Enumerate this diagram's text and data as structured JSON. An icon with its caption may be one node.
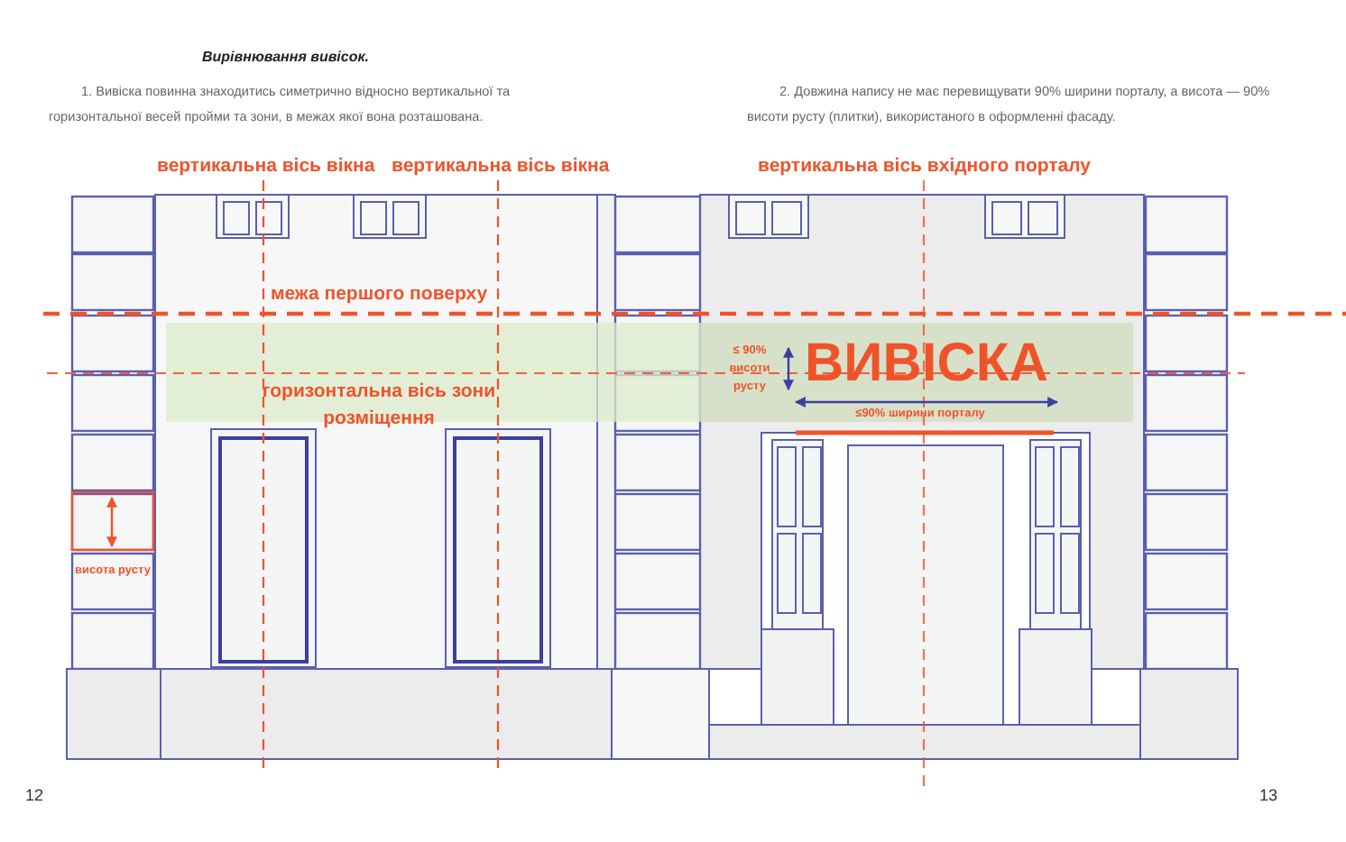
{
  "diagram": {
    "title": "Вирівнювання вивісок.",
    "labels": [
      "1.  Вивіска повинна знаходитись симетрично відносно вертикальної та горизонтальної весей пройми та зони, в межах якої вона розташована.",
      "2.  Довжина напису не має перевищувати 90% ширини порталу, а висота — 90% висоти русту (плитки), використаного в оформленні фасаду.",
      "вертикальна вісь вікна",
      "вертикальна вісь вікна",
      "вертикальна вісь вхідного порталу",
      "межа першого поверху",
      "горизонтальна вісь зони розміщення",
      "висота русту",
      "≤ 90% висоти русту",
      "ВИВІСКА",
      "≤90% ширини порталу",
      "12",
      "13"
    ]
  }
}
